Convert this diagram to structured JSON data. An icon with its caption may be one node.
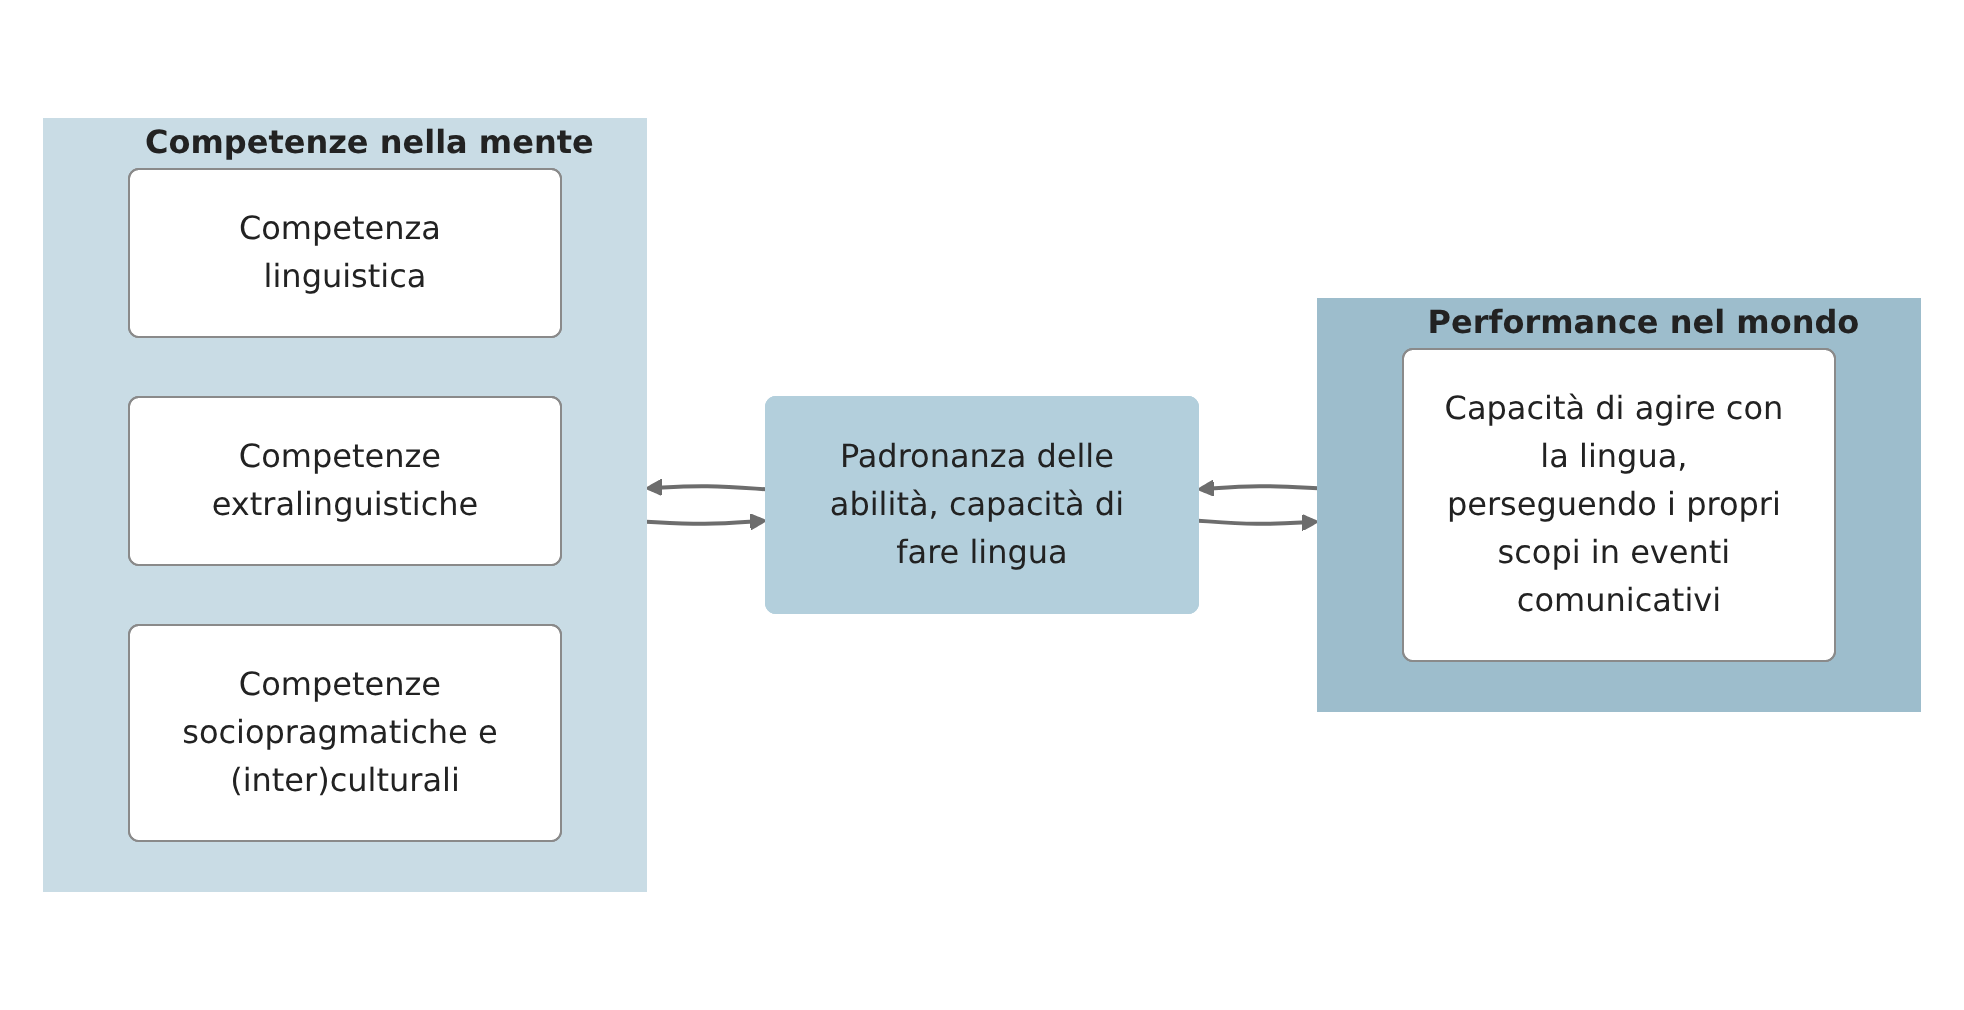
{
  "diagram": {
    "nodes": [
      {
        "text": [
          "Competenze nella mente"
        ]
      },
      {
        "text": [
          "Competenza linguistica"
        ],
        "in": 0
      },
      {
        "text": [
          "Competenze extralinguistiche"
        ],
        "in": 0
      },
      {
        "text": [
          "Competenze sociopragmatiche e (inter)culturali"
        ],
        "in": 0
      },
      {
        "text": [
          "Padronanza delle abilità, capacità di fare lingua"
        ]
      },
      {
        "text": [
          "Performance nel mondo"
        ]
      },
      {
        "text": [
          "Capacità di agire con la lingua, perseguendo i propri scopi in eventi comunicativi"
        ],
        "in": 5
      }
    ],
    "edges": [
      {
        "from": 0,
        "to": 4,
        "arrow": "to"
      },
      {
        "from": 4,
        "to": 5,
        "arrow": "to"
      },
      {
        "from": 5,
        "to": 4,
        "arrow": "to"
      },
      {
        "from": 4,
        "to": 0,
        "arrow": "to"
      }
    ]
  }
}
